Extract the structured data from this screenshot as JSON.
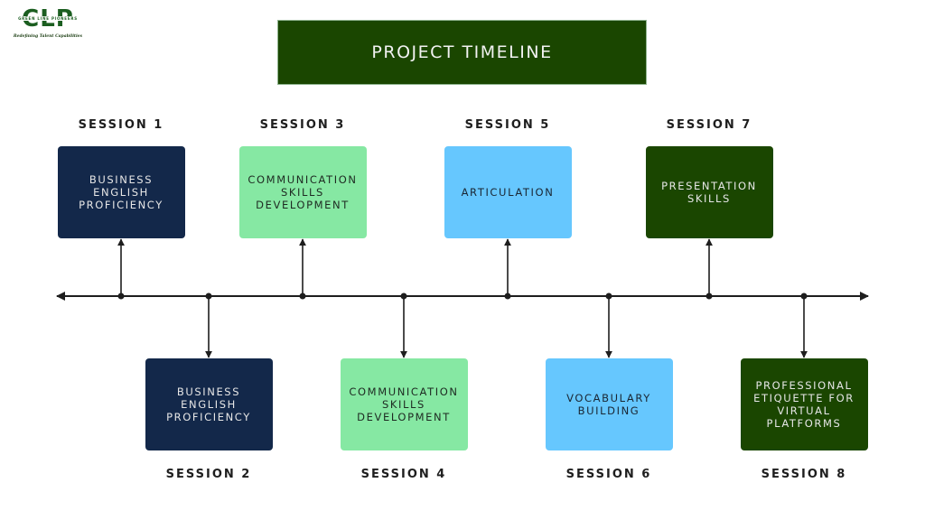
{
  "logo": {
    "letters": "CLP",
    "band": "GREEN LINE PIONEERS",
    "tagline": "Redefining Talent Capabilities",
    "color": "#1b5e20"
  },
  "title": "PROJECT TIMELINE",
  "colors": {
    "title_bg": "#1a4600",
    "navy": "#13284a",
    "mint": "#86e8a3",
    "sky": "#66c7fe",
    "forest": "#1a4600",
    "line": "#1e1e1e"
  },
  "sessions": [
    {
      "label": "SESSION 1",
      "topic": "BUSINESS\nENGLISH\nPROFICIENCY",
      "position": "above",
      "theme": "navy"
    },
    {
      "label": "SESSION 2",
      "topic": "BUSINESS\nENGLISH\nPROFICIENCY",
      "position": "below",
      "theme": "navy"
    },
    {
      "label": "SESSION 3",
      "topic": "COMMUNICATION\nSKILLS\nDEVELOPMENT",
      "position": "above",
      "theme": "mint"
    },
    {
      "label": "SESSION 4",
      "topic": "COMMUNICATION\nSKILLS\nDEVELOPMENT",
      "position": "below",
      "theme": "mint"
    },
    {
      "label": "SESSION 5",
      "topic": "ARTICULATION",
      "position": "above",
      "theme": "sky"
    },
    {
      "label": "SESSION 6",
      "topic": "VOCABULARY\nBUILDING",
      "position": "below",
      "theme": "sky"
    },
    {
      "label": "SESSION 7",
      "topic": "PRESENTATION\nSKILLS",
      "position": "above",
      "theme": "forest"
    },
    {
      "label": "SESSION 8",
      "topic": "PROFESSIONAL\nETIQUETTE FOR\nVIRTUAL\nPLATFORMS",
      "position": "below",
      "theme": "forest"
    }
  ]
}
